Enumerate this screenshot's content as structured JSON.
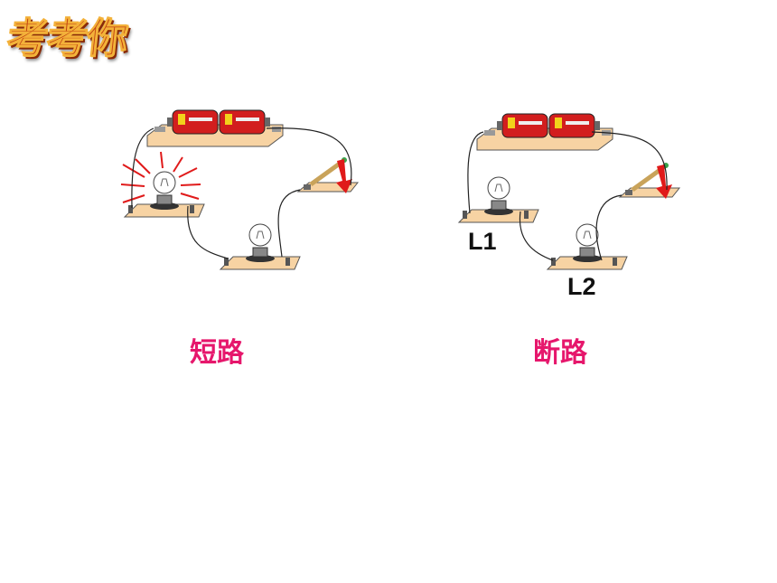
{
  "title": "考考你",
  "left_circuit": {
    "caption": "短路"
  },
  "right_circuit": {
    "caption": "断路",
    "bulb1_label": "L1",
    "bulb2_label": "L2"
  },
  "colors": {
    "caption": "#e6176c",
    "board": "#f7d3a3",
    "battery": "#d21e1e",
    "arrow": "#e01a1a"
  }
}
